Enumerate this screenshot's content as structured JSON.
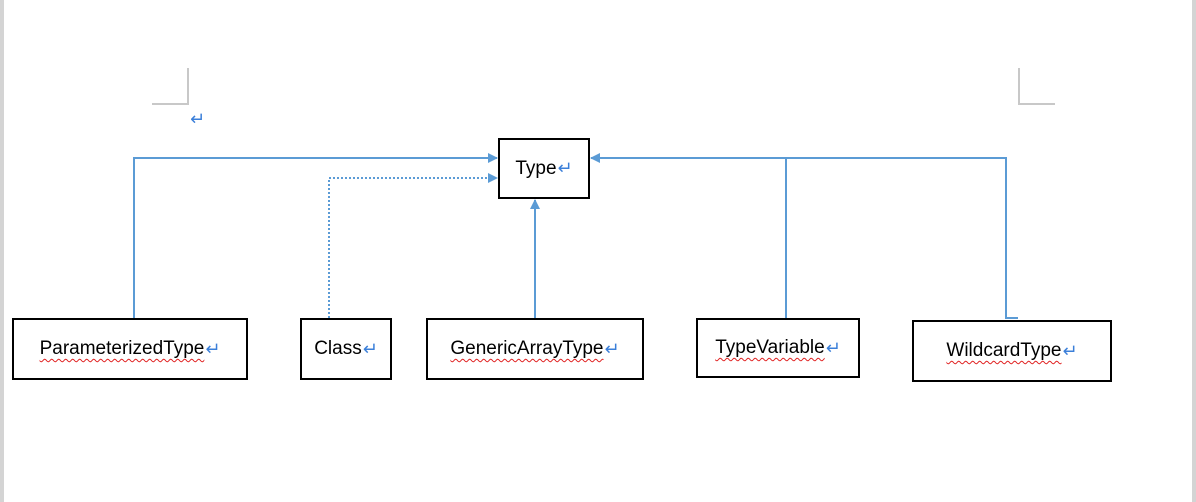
{
  "diagram": {
    "root": {
      "label": "Type",
      "pilcrow": "↵"
    },
    "children": [
      {
        "id": "parameterized",
        "label": "ParameterizedType",
        "pilcrow": "↵",
        "spellcheck": true,
        "link": "solid"
      },
      {
        "id": "class",
        "label": "Class",
        "pilcrow": "↵",
        "spellcheck": false,
        "link": "dotted"
      },
      {
        "id": "genericarray",
        "label": "GenericArrayType",
        "pilcrow": "↵",
        "spellcheck": true,
        "link": "solid"
      },
      {
        "id": "typevariable",
        "label": "TypeVariable",
        "pilcrow": "↵",
        "spellcheck": true,
        "link": "solid"
      },
      {
        "id": "wildcard",
        "label": "WildcardType",
        "pilcrow": "↵",
        "spellcheck": true,
        "link": "solid"
      }
    ],
    "colors": {
      "connector": "#5b9bd5",
      "pilcrow": "#3b7fd9",
      "spellcheck": "#e02020"
    }
  },
  "document": {
    "empty_paragraph_mark": "↵"
  }
}
